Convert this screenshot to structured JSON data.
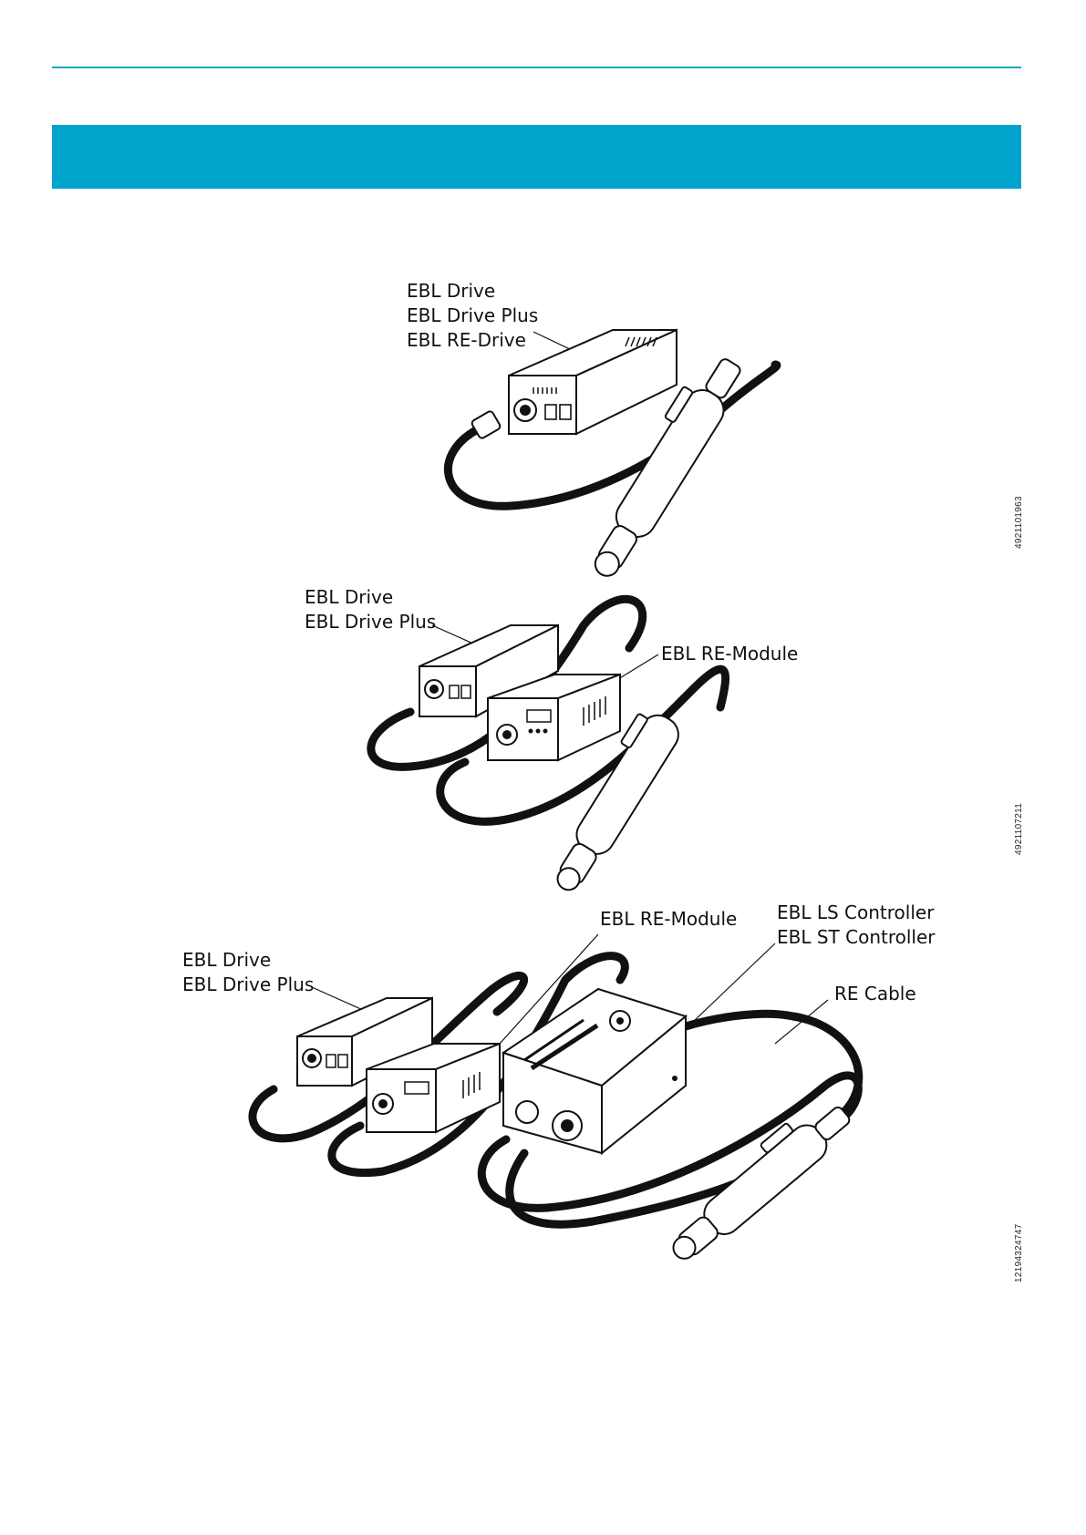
{
  "header": {
    "accent_color": "#00a3cc",
    "rule_color": "#1ba3c9"
  },
  "figures": [
    {
      "labels": [
        "EBL Drive",
        "EBL Drive Plus",
        "EBL RE-Drive"
      ],
      "figure_id": "4921101963"
    },
    {
      "labels_left": [
        "EBL Drive",
        "EBL Drive Plus"
      ],
      "label_right": "EBL RE-Module",
      "figure_id": "4921107211"
    },
    {
      "labels_left": [
        "EBL Drive",
        "EBL Drive Plus"
      ],
      "label_module": "EBL RE-Module",
      "labels_controller": [
        "EBL LS Controller",
        "EBL ST Controller"
      ],
      "label_cable": "RE Cable",
      "figure_id": "12194324747"
    }
  ]
}
